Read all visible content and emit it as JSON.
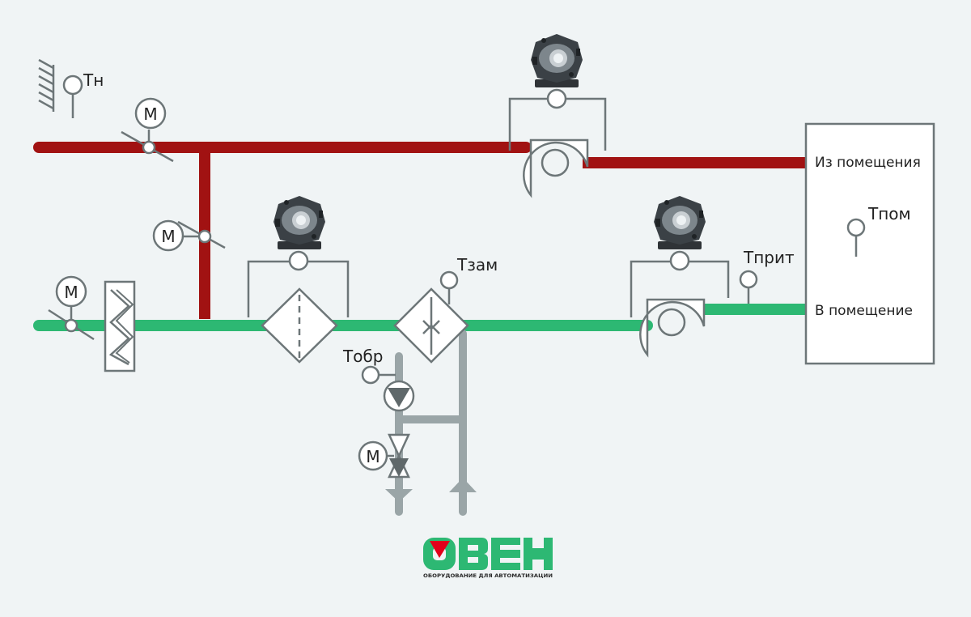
{
  "colors": {
    "background": "#f0f4f5",
    "exhaust_duct": "#a11212",
    "supply_duct": "#2db873",
    "water_pipe": "#9aa5a7",
    "symbol_stroke": "#6d7678",
    "logo_green": "#2db873",
    "logo_red": "#e2001a"
  },
  "labels": {
    "t_outdoor": "Тн",
    "t_room": "Тпом",
    "t_supply": "Тприт",
    "t_frost": "Тзам",
    "t_return": "Тобр",
    "from_room": "Из помещения",
    "to_room": "В помещение",
    "motor": "М"
  },
  "logo": {
    "letters": [
      "О",
      "В",
      "Е",
      "Н"
    ],
    "tagline": "ОБОРУДОВАНИЕ ДЛЯ АВТОМАТИЗАЦИИ"
  },
  "icons": {
    "pressure_relay": "pressure-relay-icon",
    "fan": "fan-icon",
    "filter": "filter-icon",
    "heater": "water-heater-icon",
    "pump": "pump-icon",
    "damper": "damper-icon",
    "valve": "valve-icon",
    "outdoor": "outdoor-hatch-icon"
  }
}
